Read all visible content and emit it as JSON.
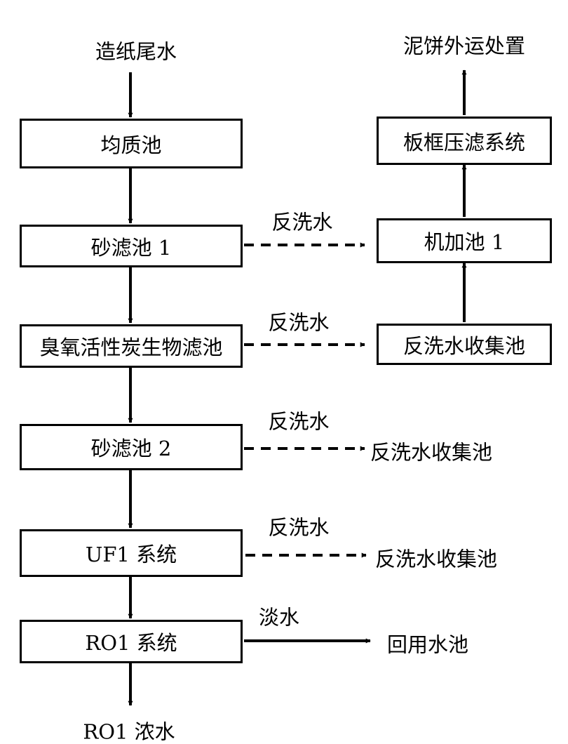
{
  "input_label": "造纸尾水",
  "process": [
    "均质池",
    "砂滤池 1",
    "臭氧活性炭生物滤池",
    "砂滤池 2",
    "UF1 系统",
    "RO1 系统"
  ],
  "output_label": "RO1 浓水",
  "backwash_labels": [
    "反洗水",
    "反洗水",
    "反洗水",
    "反洗水"
  ],
  "right_column": {
    "top_label": "泥饼外运处置",
    "boxes": [
      "板框压滤系统",
      "机加池 1",
      "反洗水收集池"
    ]
  },
  "side_outputs": [
    "反洗水收集池",
    "反洗水收集池"
  ],
  "ro_branch": {
    "label": "淡水",
    "target": "回用水池"
  },
  "colors": {
    "line": "#000000",
    "background": "#ffffff"
  }
}
